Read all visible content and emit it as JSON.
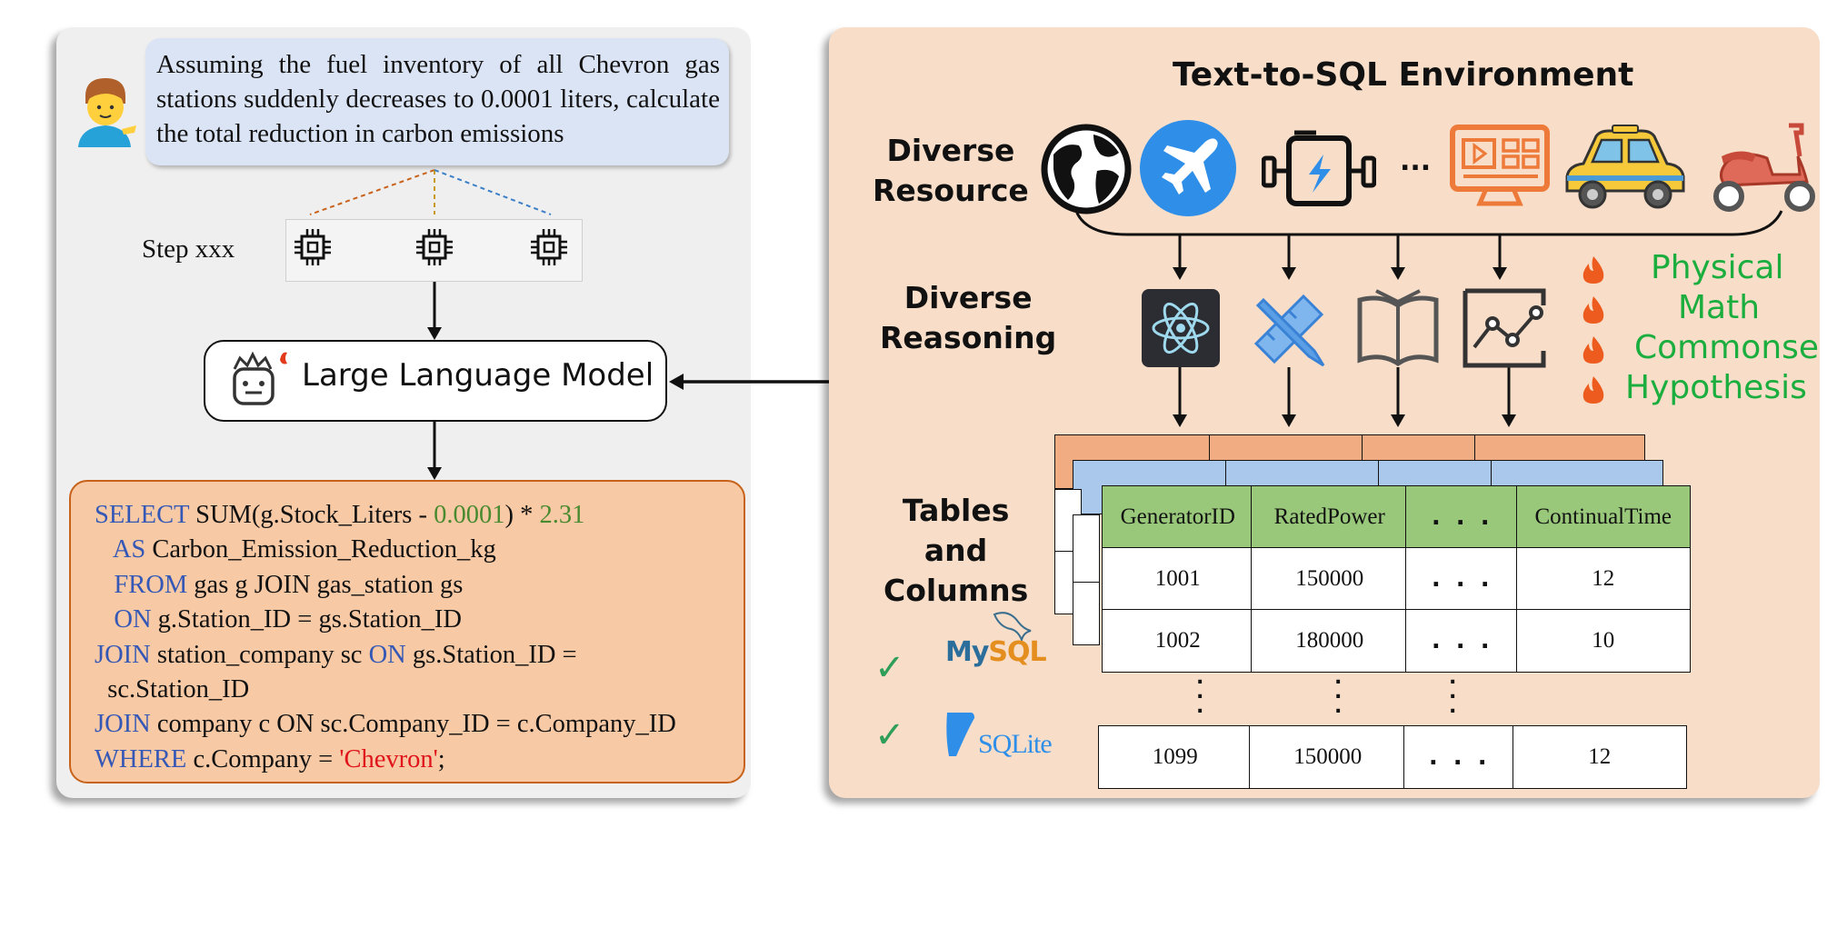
{
  "left": {
    "query": "Assuming the fuel inventory of all Chevron gas stations suddenly decreases to 0.0001 liters, calculate the total reduction in carbon emissions",
    "step_label": "Step xxx",
    "model_label": "Large Language Model",
    "sql_lines": [
      [
        {
          "t": "SELECT",
          "c": "kw"
        },
        {
          "t": " SUM(g.Stock_Liters - "
        },
        {
          "t": "0.0001",
          "c": "num"
        },
        {
          "t": ") * "
        },
        {
          "t": "2.31",
          "c": "num"
        }
      ],
      [
        {
          "t": "   "
        },
        {
          "t": "AS",
          "c": "kw"
        },
        {
          "t": " Carbon_Emission_Reduction_kg"
        }
      ],
      [
        {
          "t": "   "
        },
        {
          "t": "FROM",
          "c": "kw"
        },
        {
          "t": " gas g JOIN gas_station gs"
        }
      ],
      [
        {
          "t": "   "
        },
        {
          "t": "ON",
          "c": "kw"
        },
        {
          "t": " g.Station_ID = gs.Station_ID"
        }
      ],
      [
        {
          "t": "JOIN",
          "c": "kw"
        },
        {
          "t": " station_company sc "
        },
        {
          "t": "ON",
          "c": "kw"
        },
        {
          "t": " gs.Station_ID ="
        }
      ],
      [
        {
          "t": "  sc.Station_ID"
        }
      ],
      [
        {
          "t": "JOIN",
          "c": "kw"
        },
        {
          "t": " company c ON sc.Company_ID = c.Company_ID"
        }
      ],
      [
        {
          "t": "WHERE",
          "c": "kw"
        },
        {
          "t": " c.Company = "
        },
        {
          "t": "'Chevron'",
          "c": "str"
        },
        {
          "t": ";"
        }
      ]
    ]
  },
  "right": {
    "title": "Text-to-SQL Environment",
    "resource_label_1": "Diverse",
    "resource_label_2": "Resource",
    "resource_ellipsis": "...",
    "reasoning_label_1": "Diverse",
    "reasoning_label_2": "Reasoning",
    "reasoning_types": [
      "Physical",
      "Math",
      "Commonse",
      "Hypothesis"
    ],
    "tables_label": [
      "Tables",
      "and",
      "Columns"
    ],
    "db_logos": {
      "mysql_a": "My",
      "mysql_b": "SQL",
      "sqlite": "SQLite"
    },
    "table": {
      "headers": [
        "GeneratorID",
        "RatedPower",
        ". . .",
        "ContinualTime"
      ],
      "rows": [
        [
          "1001",
          "150000",
          ". . .",
          "12"
        ],
        [
          "1002",
          "180000",
          ". . .",
          "10"
        ]
      ],
      "last_row": [
        "1099",
        "150000",
        ". . .",
        "12"
      ]
    }
  },
  "colors": {
    "keyword": "#3558b6",
    "number": "#4a8a2f",
    "string": "#e0141b",
    "reasoning": "#1bae3f"
  }
}
